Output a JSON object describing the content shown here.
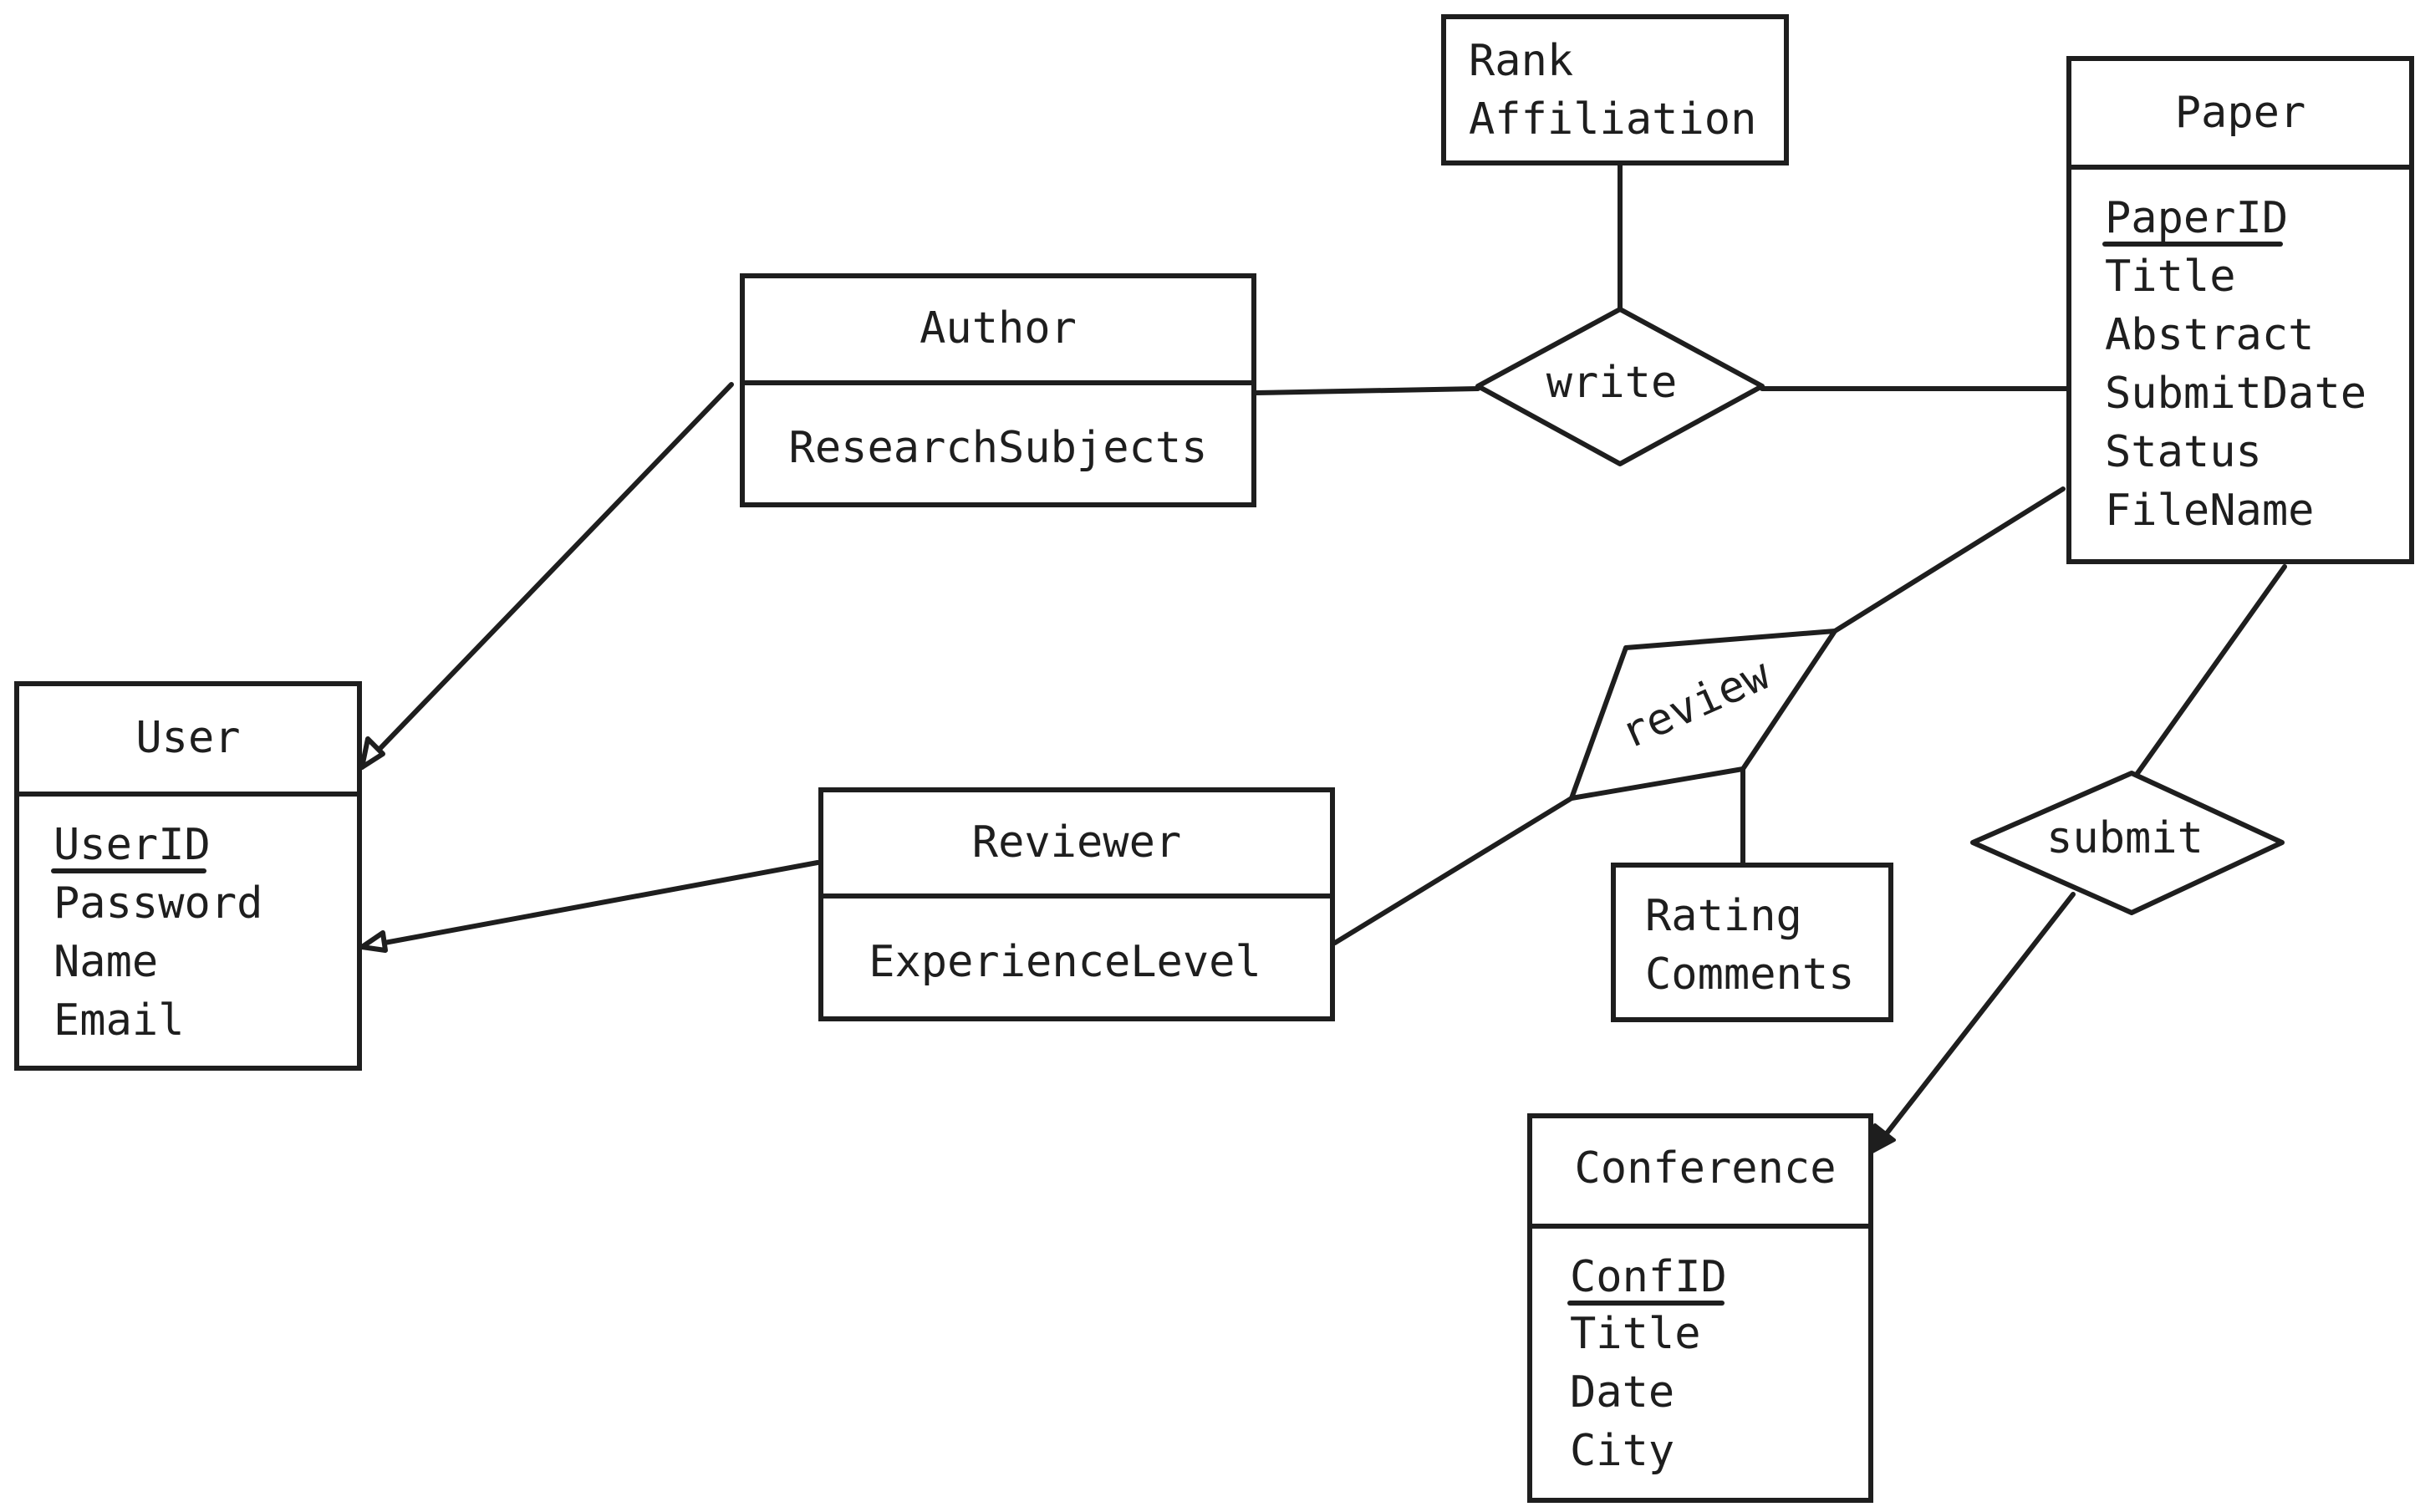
{
  "entities": {
    "author": {
      "title": "Author",
      "attributes": [
        "ResearchSubjects"
      ]
    },
    "user": {
      "title": "User",
      "key": "UserID",
      "attributes": [
        "Password",
        "Name",
        "Email"
      ]
    },
    "reviewer": {
      "title": "Reviewer",
      "attributes": [
        "ExperienceLevel"
      ]
    },
    "paper": {
      "title": "Paper",
      "key": "PaperID",
      "attributes": [
        "Title",
        "Abstract",
        "SubmitDate",
        "Status",
        "FileName"
      ]
    },
    "conference": {
      "title": "Conference",
      "key": "ConfID",
      "attributes": [
        "Title",
        "Date",
        "City"
      ]
    }
  },
  "relationships": {
    "write": {
      "label": "write",
      "attributes": [
        "Rank",
        "Affiliation"
      ]
    },
    "review": {
      "label": "review",
      "attributes": [
        "Rating",
        "Comments"
      ]
    },
    "submit": {
      "label": "submit"
    }
  },
  "connections": [
    {
      "from": "Author",
      "to": "User",
      "style": "open-arrow"
    },
    {
      "from": "Reviewer",
      "to": "User",
      "style": "open-arrow"
    },
    {
      "from": "Author",
      "to": "write",
      "style": "line"
    },
    {
      "from": "write",
      "to": "Paper",
      "style": "line"
    },
    {
      "from": "write",
      "to": "Rank/Affiliation",
      "style": "line"
    },
    {
      "from": "Reviewer",
      "to": "review",
      "style": "line"
    },
    {
      "from": "review",
      "to": "Paper",
      "style": "line"
    },
    {
      "from": "review",
      "to": "Rating/Comments",
      "style": "line"
    },
    {
      "from": "Paper",
      "to": "submit",
      "style": "line"
    },
    {
      "from": "submit",
      "to": "Conference",
      "style": "solid-arrow"
    }
  ],
  "colors": {
    "stroke": "#1e1e1e",
    "fill": "#ffffff",
    "background": "#ffffff"
  }
}
